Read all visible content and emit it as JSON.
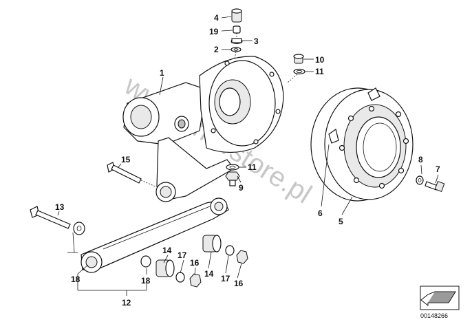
{
  "diagram": {
    "callouts": [
      {
        "id": "c4",
        "label": "4"
      },
      {
        "id": "c19",
        "label": "19"
      },
      {
        "id": "c3",
        "label": "3"
      },
      {
        "id": "c2",
        "label": "2"
      },
      {
        "id": "c10",
        "label": "10"
      },
      {
        "id": "c11a",
        "label": "11"
      },
      {
        "id": "c1",
        "label": "1"
      },
      {
        "id": "c15",
        "label": "15"
      },
      {
        "id": "c11b",
        "label": "11"
      },
      {
        "id": "c9",
        "label": "9"
      },
      {
        "id": "c8",
        "label": "8"
      },
      {
        "id": "c7",
        "label": "7"
      },
      {
        "id": "c6",
        "label": "6"
      },
      {
        "id": "c5",
        "label": "5"
      },
      {
        "id": "c13",
        "label": "13"
      },
      {
        "id": "c14a",
        "label": "14"
      },
      {
        "id": "c17a",
        "label": "17"
      },
      {
        "id": "c16a",
        "label": "16"
      },
      {
        "id": "c14b",
        "label": "14"
      },
      {
        "id": "c17b",
        "label": "17"
      },
      {
        "id": "c16b",
        "label": "16"
      },
      {
        "id": "c18a",
        "label": "18"
      },
      {
        "id": "c18b",
        "label": "18"
      },
      {
        "id": "c12",
        "label": "12"
      }
    ],
    "watermark": "www.bmwstore.pl",
    "reference_number": "00148266",
    "colors": {
      "line": "#111111",
      "watermark": "#9a9a9a",
      "background": "#ffffff"
    }
  }
}
